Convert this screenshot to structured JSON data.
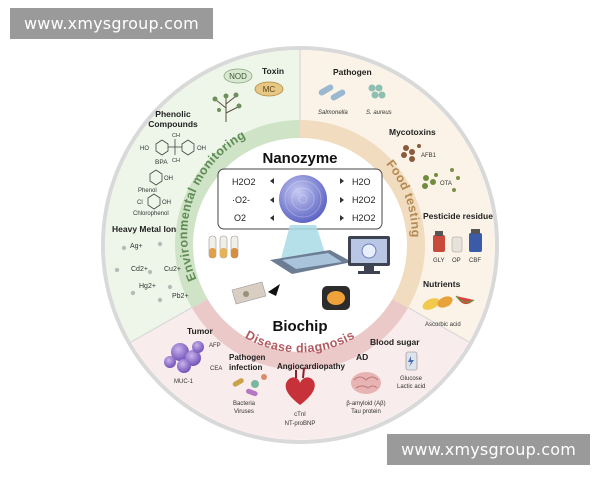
{
  "watermarks": {
    "top": "www.xmysgroup.com",
    "bottom": "www.xmysgroup.com"
  },
  "center": {
    "nanozyme_title": "Nanozyme",
    "biochip_title": "Biochip",
    "reactions_left": [
      "H2O2",
      "·O2-",
      "O2"
    ],
    "reactions_right": [
      "H2O",
      "H2O2",
      "H2O2"
    ]
  },
  "ring_labels": {
    "environmental": "Environmental monitoring",
    "food": "Food testing",
    "disease": "Disease diagnosis"
  },
  "environmental": {
    "toxin_title": "Toxin",
    "toxin_nod": "NOD",
    "toxin_mc": "MC",
    "phenolic_title_1": "Phenolic",
    "phenolic_title_2": "Compounds",
    "bpa": "BPA",
    "ch3": "CH",
    "ho": "HO",
    "oh": "OH",
    "phenol": "Phenol",
    "chlorophenol": "Chlorophenol",
    "cl": "Cl",
    "heavy_metal_title": "Heavy Metal Ion",
    "ions": [
      "Ag+",
      "Cd2+",
      "Cu2+",
      "Hg2+",
      "Pb2+"
    ]
  },
  "food": {
    "pathogen_title": "Pathogen",
    "salmonella": "Salmonella",
    "s_aureus": "S. aureus",
    "mycotoxins_title": "Mycotoxins",
    "afb1": "AFB1",
    "ota": "OTA",
    "pesticide_title": "Pesticide residue",
    "pesticides": [
      "GLY",
      "OP",
      "CBF"
    ],
    "nutrients_title": "Nutrients",
    "ascorbic": "Ascorbic acid"
  },
  "disease": {
    "tumor_title": "Tumor",
    "afp": "AFP",
    "cea": "CEA",
    "muc1": "MUC-1",
    "pathogen_infection_1": "Pathogen",
    "pathogen_infection_2": "infection",
    "bacteria": "Bacteria",
    "viruses": "Viruses",
    "angio_title": "Angiocardiopathy",
    "ctni": "cTnI",
    "ntprobnp": "NT-proBNP",
    "ad_title": "AD",
    "beta_amyloid": "β-amyloid (Aβ)",
    "tau": "Tau protein",
    "blood_sugar_title": "Blood sugar",
    "glucose": "Glucose",
    "lactic": "Lactic acid"
  },
  "colors": {
    "env_band": "#cfe3c6",
    "food_band": "#f1dcc0",
    "disease_band": "#ecc9c9",
    "env_sector": "#eef6ea",
    "food_sector": "#fbf3e8",
    "disease_sector": "#f9ecec",
    "outer_ring": "#dcdcdc",
    "nanozyme_sphere": "#8a90d8",
    "tumor_cell": "#8c6cc7",
    "heart": "#c7313a",
    "brain": "#e8b3b3"
  }
}
